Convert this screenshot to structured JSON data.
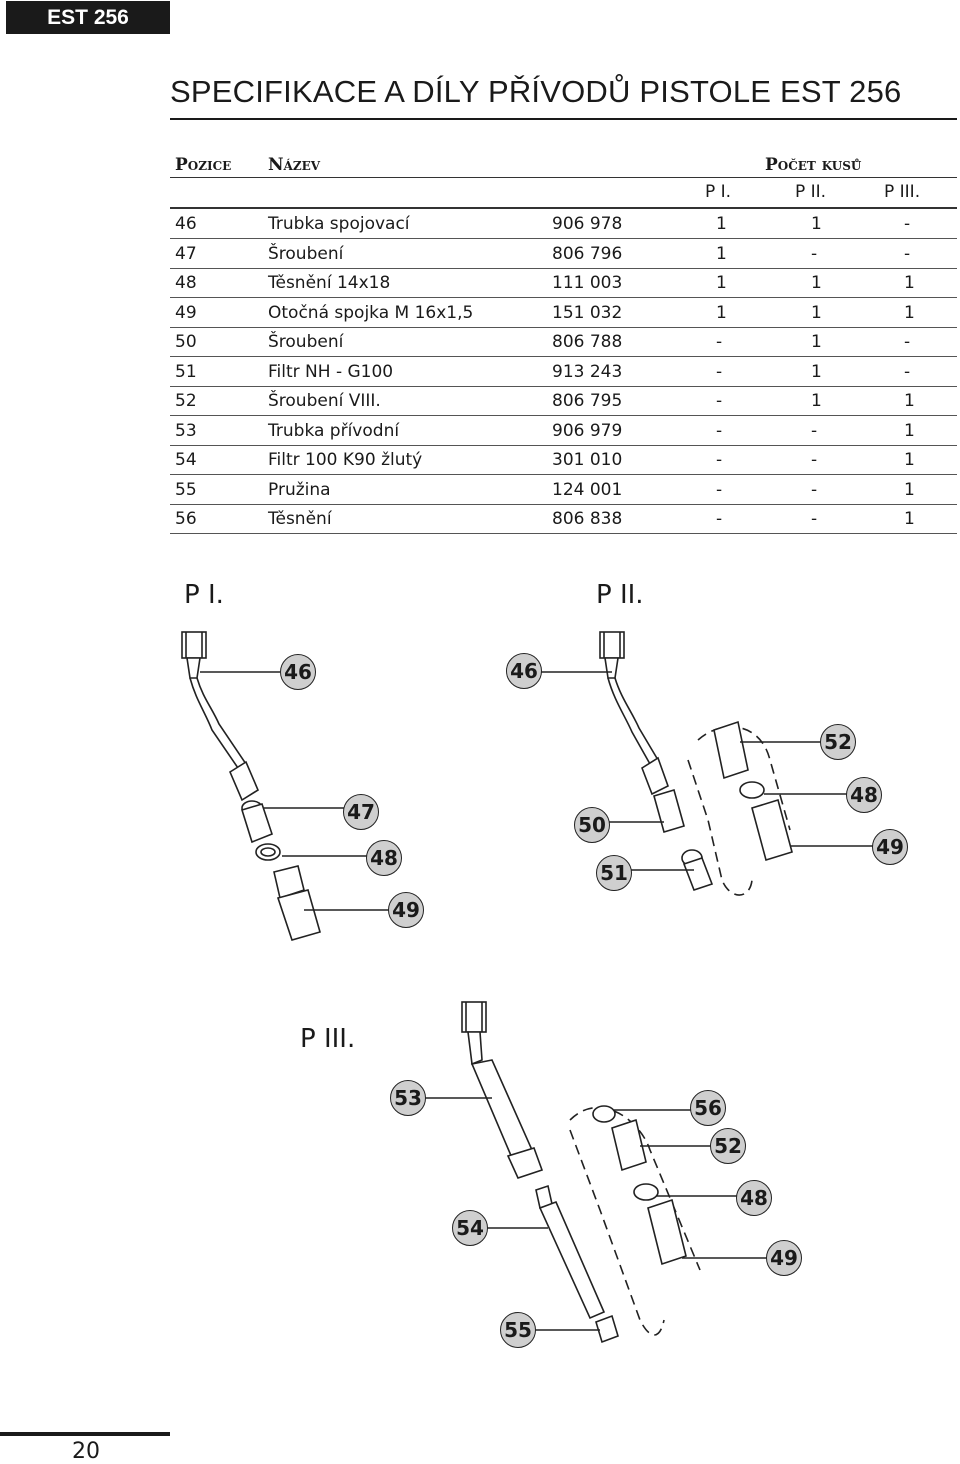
{
  "header": {
    "tag": "EST 256"
  },
  "title": "SPECIFIKACE A DÍLY PŘÍVODŮ PISTOLE EST 256",
  "table": {
    "col_pos": "Pozice",
    "col_name": "Název",
    "col_count": "Počet kusů",
    "variants": [
      "P I.",
      "P II.",
      "P III."
    ],
    "rows": [
      {
        "pos": "46",
        "name": "Trubka spojovací",
        "code": "906 978",
        "p1": "1",
        "p2": "1",
        "p3": "-"
      },
      {
        "pos": "47",
        "name": "Šroubení",
        "code": "806 796",
        "p1": "1",
        "p2": "-",
        "p3": "-"
      },
      {
        "pos": "48",
        "name": "Těsnění 14x18",
        "code": "111 003",
        "p1": "1",
        "p2": "1",
        "p3": "1"
      },
      {
        "pos": "49",
        "name": "Otočná spojka M 16x1,5",
        "code": "151 032",
        "p1": "1",
        "p2": "1",
        "p3": "1"
      },
      {
        "pos": "50",
        "name": "Šroubení",
        "code": "806 788",
        "p1": "-",
        "p2": "1",
        "p3": "-"
      },
      {
        "pos": "51",
        "name": "Filtr NH - G100",
        "code": "913 243",
        "p1": "-",
        "p2": "1",
        "p3": "-"
      },
      {
        "pos": "52",
        "name": "Šroubení VIII.",
        "code": "806 795",
        "p1": "-",
        "p2": "1",
        "p3": "1"
      },
      {
        "pos": "53",
        "name": "Trubka přívodní",
        "code": "906 979",
        "p1": "-",
        "p2": "-",
        "p3": "1"
      },
      {
        "pos": "54",
        "name": "Filtr 100 K90 žlutý",
        "code": "301 010",
        "p1": "-",
        "p2": "-",
        "p3": "1"
      },
      {
        "pos": "55",
        "name": "Pružina",
        "code": "124 001",
        "p1": "-",
        "p2": "-",
        "p3": "1"
      },
      {
        "pos": "56",
        "name": "Těsnění",
        "code": "806 838",
        "p1": "-",
        "p2": "-",
        "p3": "1"
      }
    ]
  },
  "diagrams": {
    "p1_label": "P I.",
    "p2_label": "P II.",
    "p3_label": "P III.",
    "callouts": {
      "p1": [
        "46",
        "47",
        "48",
        "49"
      ],
      "p2": [
        "46",
        "52",
        "48",
        "50",
        "49",
        "51"
      ],
      "p3": [
        "53",
        "56",
        "52",
        "48",
        "54",
        "49",
        "55"
      ]
    }
  },
  "footer": {
    "page_number": "20"
  }
}
